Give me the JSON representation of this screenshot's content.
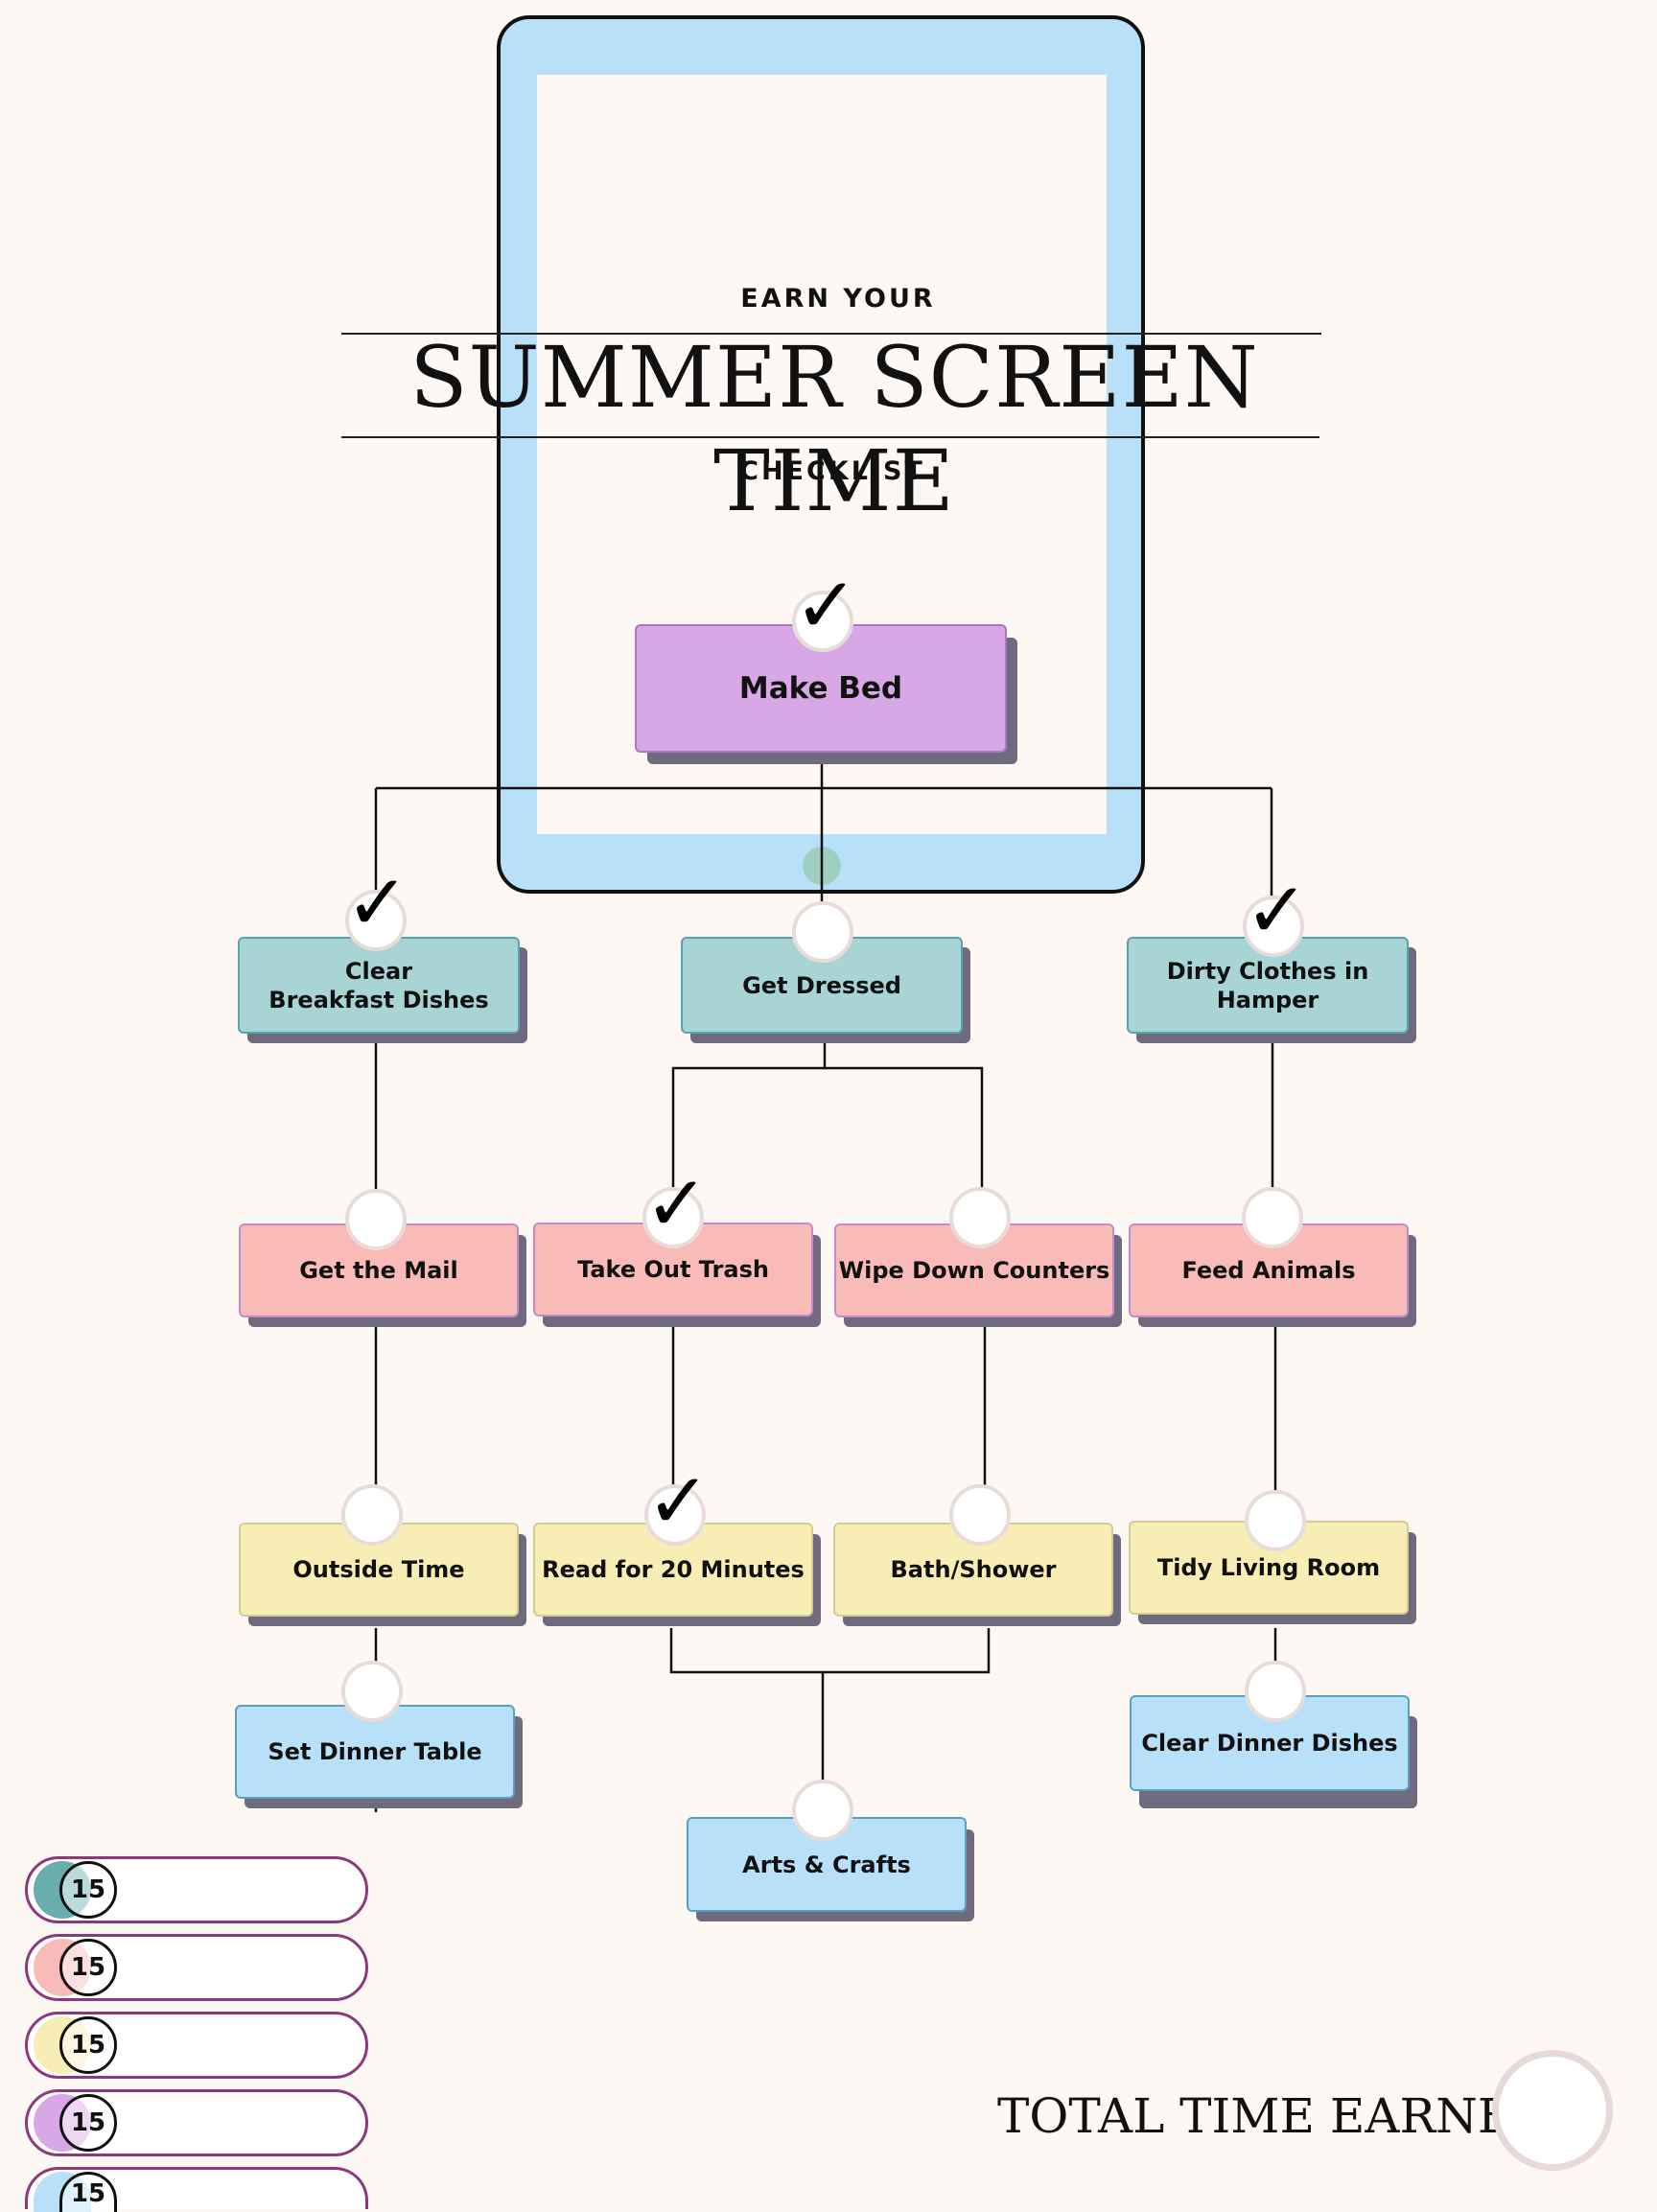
{
  "header": {
    "eyebrow": "EARN YOUR",
    "title": "SUMMER SCREEN TIME",
    "subtitle": "CHECKLIST"
  },
  "colors": {
    "teal": "#a8d4d5",
    "pink": "#f9bbb8",
    "yellow": "#f8edb5",
    "blue": "#b8e0f8",
    "purple": "#d8a8e6",
    "tablet_frame": "#b8e0f8",
    "background": "#fdf8f4",
    "legend_border": "#8a3a7a"
  },
  "chores": {
    "make_bed": {
      "label": "Make Bed",
      "checked": true
    },
    "clear_breakfast": {
      "label": "Clear\nBreakfast Dishes",
      "checked": true
    },
    "get_dressed": {
      "label": "Get Dressed",
      "checked": false
    },
    "dirty_clothes": {
      "label": "Dirty Clothes in\nHamper",
      "checked": true
    },
    "get_mail": {
      "label": "Get the Mail",
      "checked": false
    },
    "take_out_trash": {
      "label": "Take Out Trash",
      "checked": true
    },
    "wipe_counters": {
      "label": "Wipe Down Counters",
      "checked": false
    },
    "feed_animals": {
      "label": "Feed Animals",
      "checked": false
    },
    "outside_time": {
      "label": "Outside Time",
      "checked": false
    },
    "read_20": {
      "label": "Read for 20 Minutes",
      "checked": true
    },
    "bath_shower": {
      "label": "Bath/Shower",
      "checked": false
    },
    "tidy_living": {
      "label": "Tidy Living Room",
      "checked": false
    },
    "set_dinner": {
      "label": "Set Dinner Table",
      "checked": false
    },
    "arts_crafts": {
      "label": "Arts & Crafts",
      "checked": false
    },
    "clear_dinner": {
      "label": "Clear Dinner Dishes",
      "checked": false
    }
  },
  "check_glyph": "✓",
  "legend": [
    {
      "minutes": "15",
      "color": "teal"
    },
    {
      "minutes": "15",
      "color": "pink"
    },
    {
      "minutes": "15",
      "color": "yellow"
    },
    {
      "minutes": "15",
      "color": "purple"
    },
    {
      "minutes": "15",
      "color": "blue"
    }
  ],
  "total": {
    "label": "TOTAL TIME EARNED:",
    "value": ""
  }
}
